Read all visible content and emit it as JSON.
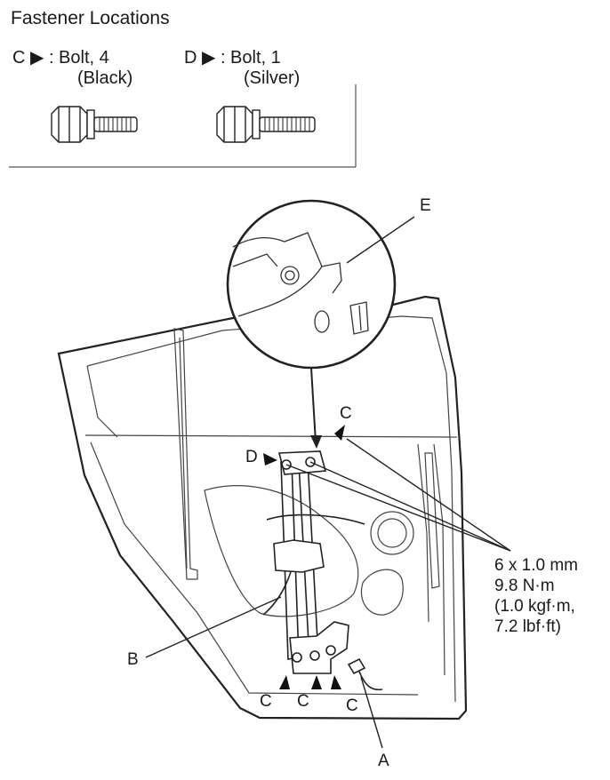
{
  "legend": {
    "title": "Fastener Locations",
    "c_line1": "C ▶ : Bolt, 4",
    "c_line2": "(Black)",
    "d_line1": "D ▶ : Bolt, 1",
    "d_line2": "(Silver)"
  },
  "callouts": {
    "a": "A",
    "b": "B",
    "c": "C",
    "d": "D",
    "e": "E"
  },
  "torque_spec": {
    "line1": "6 x 1.0 mm",
    "line2": "9.8 N·m",
    "line3": "(1.0 kgf·m,",
    "line4": "7.2 lbf·ft)"
  }
}
